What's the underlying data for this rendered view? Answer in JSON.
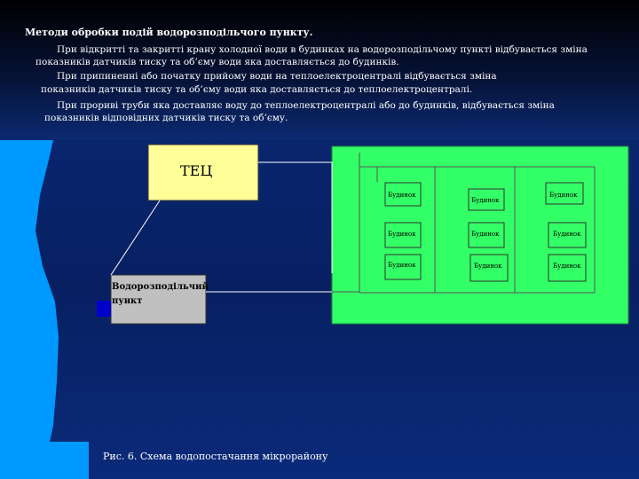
{
  "header": {
    "title": "Методи обробки подій водорозподільчого пункту.",
    "paragraphs": [
      "При відкритті та закритті крану холодної води в будинках на водорозподільчому пункті відбувається зміна",
      "показників датчиків тиску та об’єму води яка доставляється до будинків.",
      "При припиненні або початку прийому води на теплоелектроцентралі відбувається зміна",
      "показників датчиків тиску та об’єму води яка доставляється до теплоелектроцентралі.",
      "При прориві труби яка доставляє воду до теплоелектроцентралі або до будинків, відбувається зміна",
      "показників відповідних датчиків тиску та об’єму."
    ]
  },
  "diagram": {
    "tec_label": "ТЕЦ",
    "station_label_1": "Водорозподільчий",
    "station_label_2": "пункт",
    "building_label": "Будинок",
    "colors": {
      "river": "#0099ff",
      "tec": "#ffff99",
      "station": "#c0c0c0",
      "district": "#33ff66",
      "pump": "#0000cc",
      "lines": "#ffffff"
    }
  },
  "caption": "Рис. 6. Схема водопостачання мікрорайону"
}
